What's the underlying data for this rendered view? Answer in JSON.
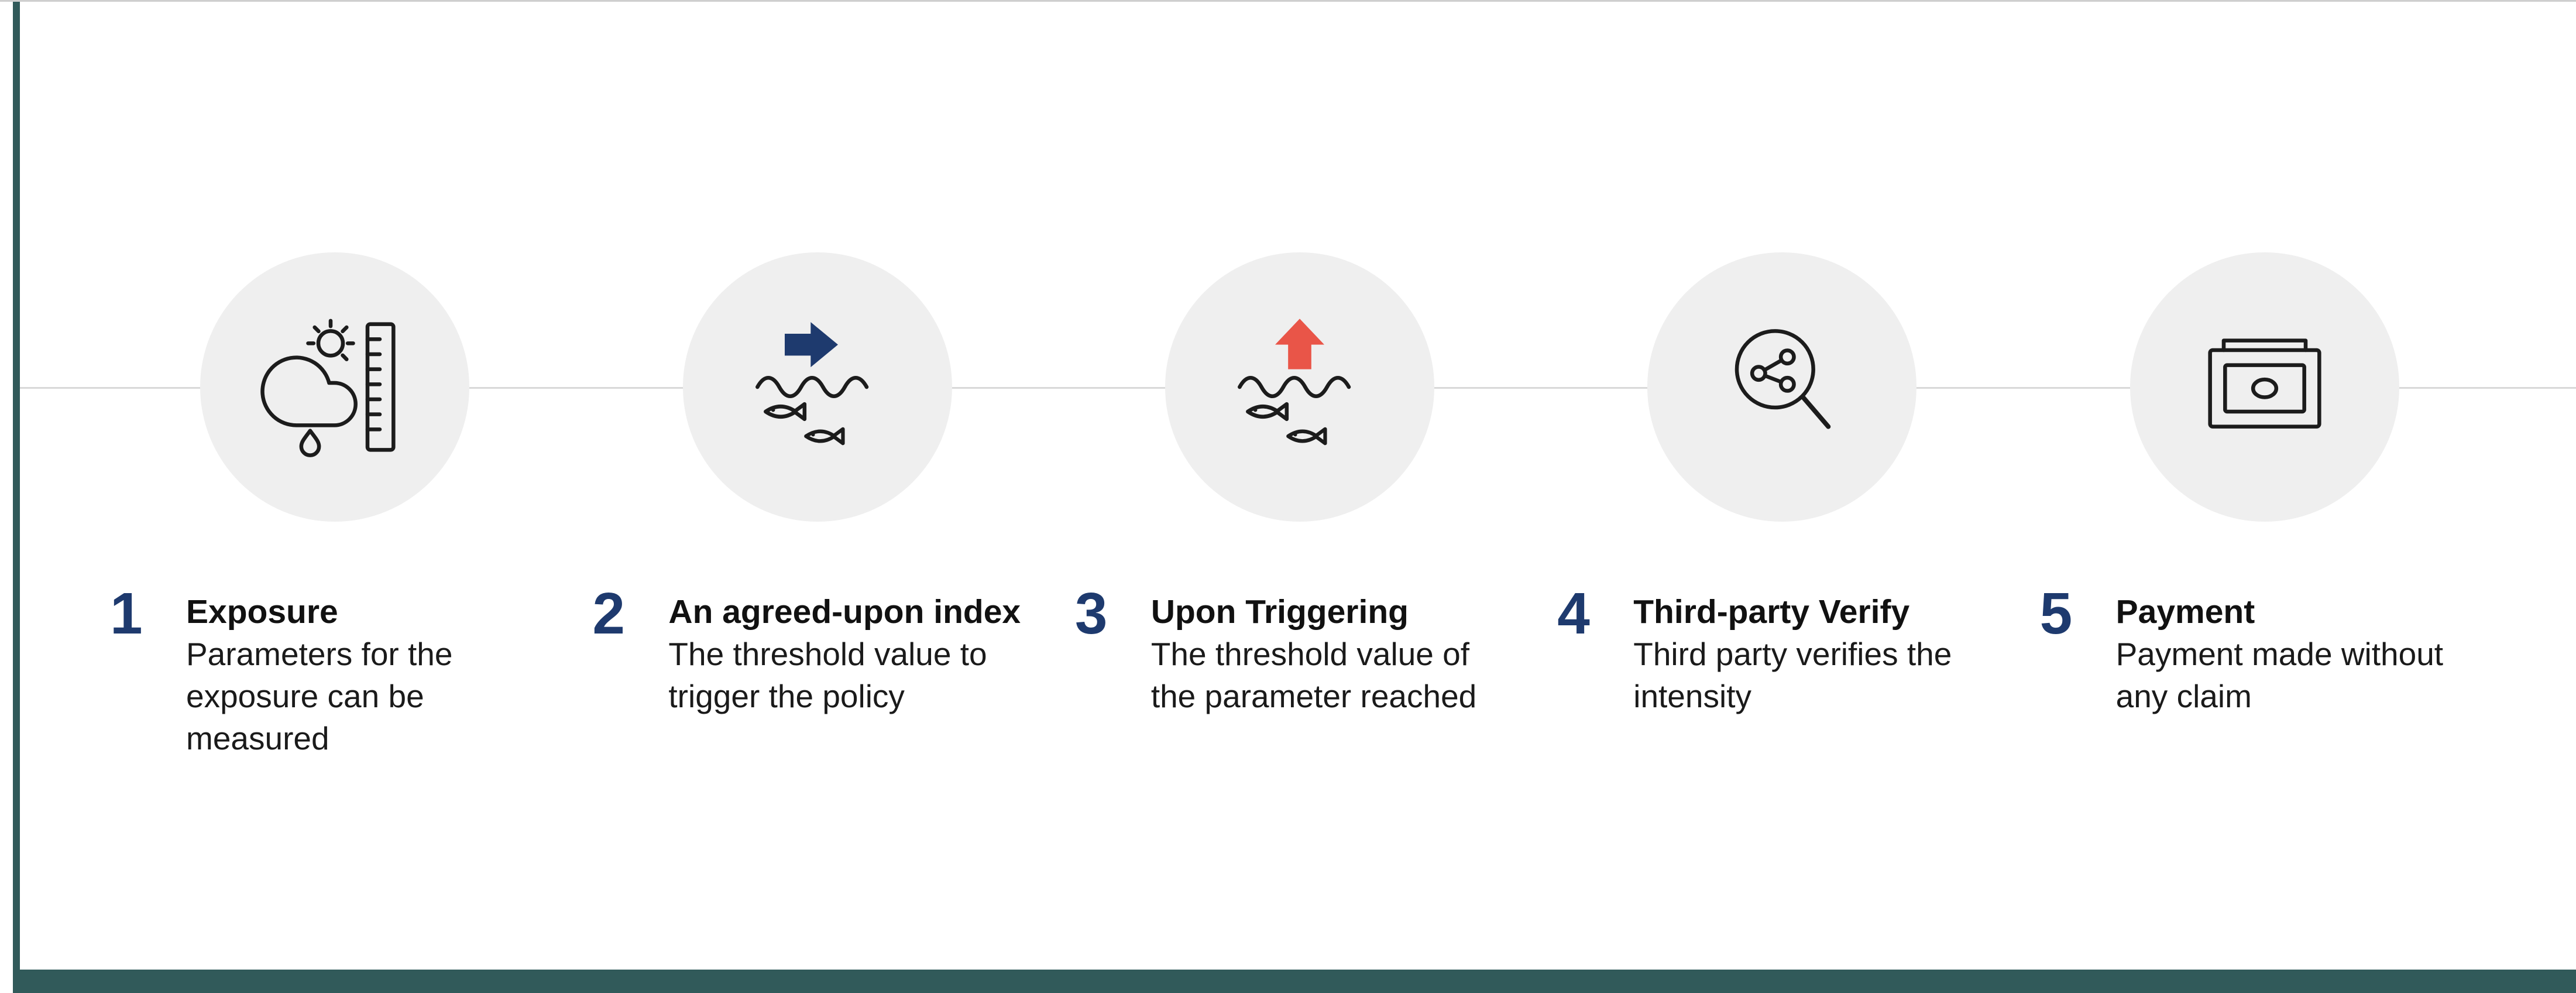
{
  "figure": {
    "kind": "process-diagram",
    "step_count": 5
  },
  "colors": {
    "accent_bar": "#315a5a",
    "circle_bg": "#efefef",
    "navy": "#1e3a6e",
    "red": "#e95548",
    "divider": "#d9d9d9",
    "icon_stroke": "#1c1c1c",
    "title_text": "#111111",
    "body_text": "#1a1a1a"
  },
  "steps": [
    {
      "number": "1",
      "title": "Exposure",
      "description": "Parameters for the\nexposure can be\nmeasured",
      "icon": "weather-ruler-icon"
    },
    {
      "number": "2",
      "title": "An agreed-upon index",
      "description": "The threshold value to\ntrigger the policy",
      "icon": "right-arrow-waves-icon"
    },
    {
      "number": "3",
      "title": "Upon Triggering",
      "description": "The threshold value of\nthe parameter reached",
      "icon": "up-arrow-waves-icon"
    },
    {
      "number": "4",
      "title": "Third-party Verify",
      "description": "Third party verifies the\nintensity",
      "icon": "magnifier-share-icon"
    },
    {
      "number": "5",
      "title": "Payment",
      "description": "Payment made without\nany claim",
      "icon": "banknote-icon"
    }
  ]
}
